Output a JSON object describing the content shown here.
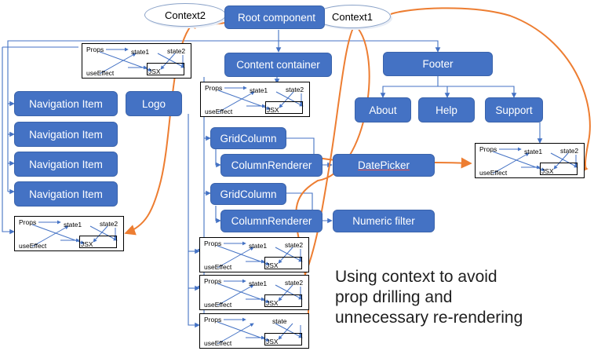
{
  "root": "Root component",
  "contexts": [
    "Context2",
    "Context1"
  ],
  "content_container": "Content container",
  "footer": "Footer",
  "footer_items": [
    "About",
    "Help",
    "Support"
  ],
  "navigation_items": [
    "Navigation Item",
    "Navigation Item",
    "Navigation Item",
    "Navigation Item"
  ],
  "logo": "Logo",
  "grid_columns": [
    "GridColumn",
    "GridColumn"
  ],
  "column_renderers": [
    "ColumnRenderer",
    "ColumnRenderer"
  ],
  "date_picker": "DatePicker",
  "numeric_filter": "Numeric filter",
  "component_detail": {
    "props": "Props",
    "state1": "state1",
    "state2": "state2",
    "state": "state",
    "use_effect": "useEffect",
    "jsx": "JSX"
  },
  "caption": [
    "Using context to avoid",
    "prop drilling and",
    "unnecessary re-rendering"
  ],
  "colors": {
    "box": "#4472c4",
    "connector": "#4472c4",
    "context_arrow": "#ed7d31"
  }
}
